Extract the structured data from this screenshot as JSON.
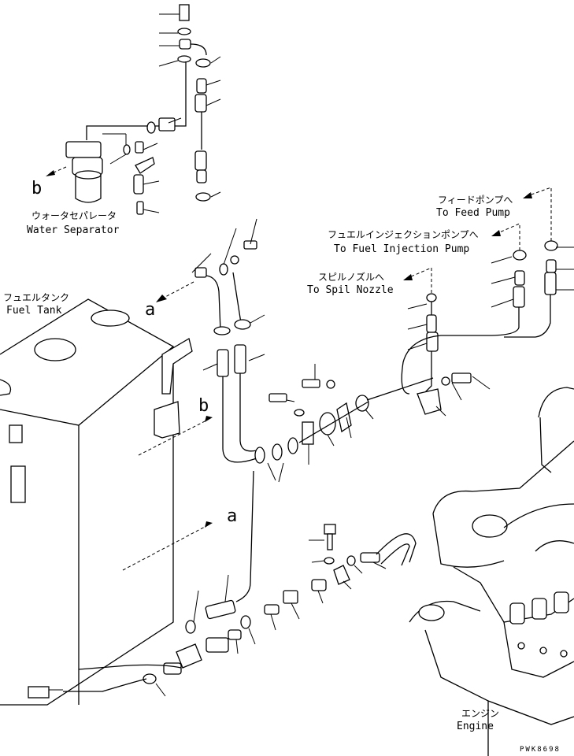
{
  "labels": {
    "water_separator_jp": "ウォータセパレータ",
    "water_separator_en": "Water Separator",
    "fuel_tank_jp": "フュエルタンク",
    "fuel_tank_en": "Fuel Tank",
    "feed_pump_jp": "フィードポンプへ",
    "feed_pump_en": "To Feed Pump",
    "injection_pump_jp": "フュエルインジェクションポンプへ",
    "injection_pump_en": "To Fuel Injection Pump",
    "spill_nozzle_jp": "スピルノズルへ",
    "spill_nozzle_en": "To Spil Nozzle",
    "engine_jp": "エンジン",
    "engine_en": "Engine",
    "view_a": "a",
    "view_b": "b",
    "drawing_code": "PWK8698"
  }
}
